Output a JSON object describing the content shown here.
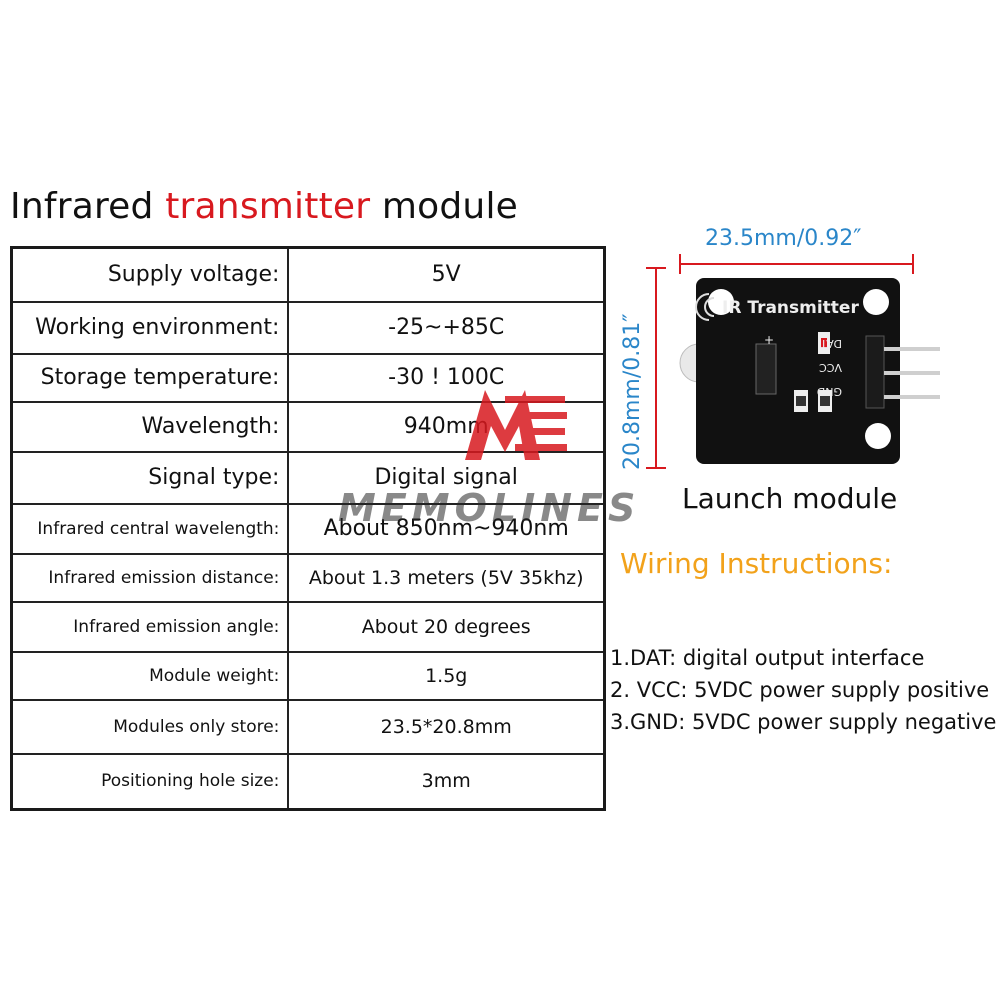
{
  "title": {
    "part1": "Infrared ",
    "part2": "transmitter",
    "part3": " module"
  },
  "specs": [
    {
      "label": "Supply voltage:",
      "value": "5V"
    },
    {
      "label": "Working environment:",
      "value": "-25~+85C"
    },
    {
      "label": "Storage temperature:",
      "value": "-30 ! 100C"
    },
    {
      "label": "Wavelength:",
      "value": "940mm"
    },
    {
      "label": "Signal type:",
      "value": "Digital signal"
    },
    {
      "label": "Infrared central wavelength:",
      "value": "About 850nm~940nm"
    },
    {
      "label": "Infrared emission distance:",
      "value": "About 1.3 meters (5V 35khz)"
    },
    {
      "label": "Infrared emission angle:",
      "value": "About 20 degrees"
    },
    {
      "label": "Module weight:",
      "value": "1.5g"
    },
    {
      "label": "Modules only store:",
      "value": "23.5*20.8mm"
    },
    {
      "label": "Positioning hole size:",
      "value": "3mm"
    }
  ],
  "board": {
    "width_dimension": "23.5mm/0.92″",
    "height_dimension": "20.8mm/0.81″",
    "silkscreen_title": "IR Transmitter",
    "pin_dat": "DAT",
    "pin_vcc": "VCC",
    "pin_gnd": "GND",
    "plus_sign": "+"
  },
  "launch_label": "Launch module",
  "wiring": {
    "title": "Wiring Instructions:",
    "lines": [
      "1.DAT: digital output interface",
      "2. VCC: 5VDC power supply positive",
      "3.GND: 5VDC power supply negative"
    ]
  },
  "watermark": {
    "text": "MEMOLINES"
  },
  "colors": {
    "accent_red": "#d8191f",
    "dimension_blue": "#2a86c9",
    "wiring_orange": "#f2a21b"
  }
}
